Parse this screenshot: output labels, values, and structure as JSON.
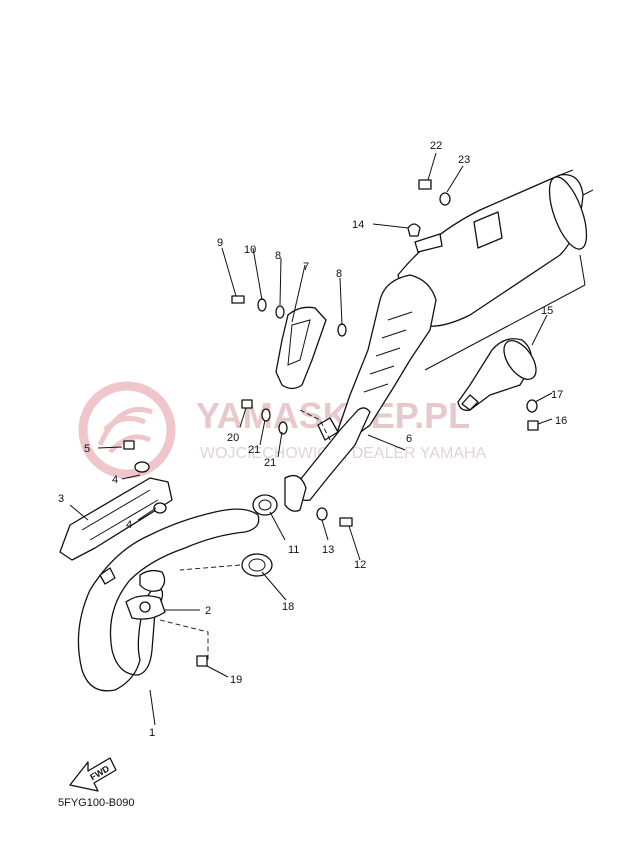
{
  "diagram": {
    "code": "5FYG100-B090",
    "fwd_label": "FWD",
    "watermark": {
      "brand": "YAMASKLEP.PL",
      "dealer": "WOJCIECHOWICZ | DEALER YAMAHA"
    },
    "callouts": [
      "1",
      "2",
      "3",
      "4",
      "4",
      "5",
      "6",
      "7",
      "8",
      "8",
      "9",
      "10",
      "11",
      "12",
      "13",
      "14",
      "15",
      "16",
      "17",
      "18",
      "19",
      "20",
      "21",
      "21",
      "22",
      "23"
    ]
  }
}
